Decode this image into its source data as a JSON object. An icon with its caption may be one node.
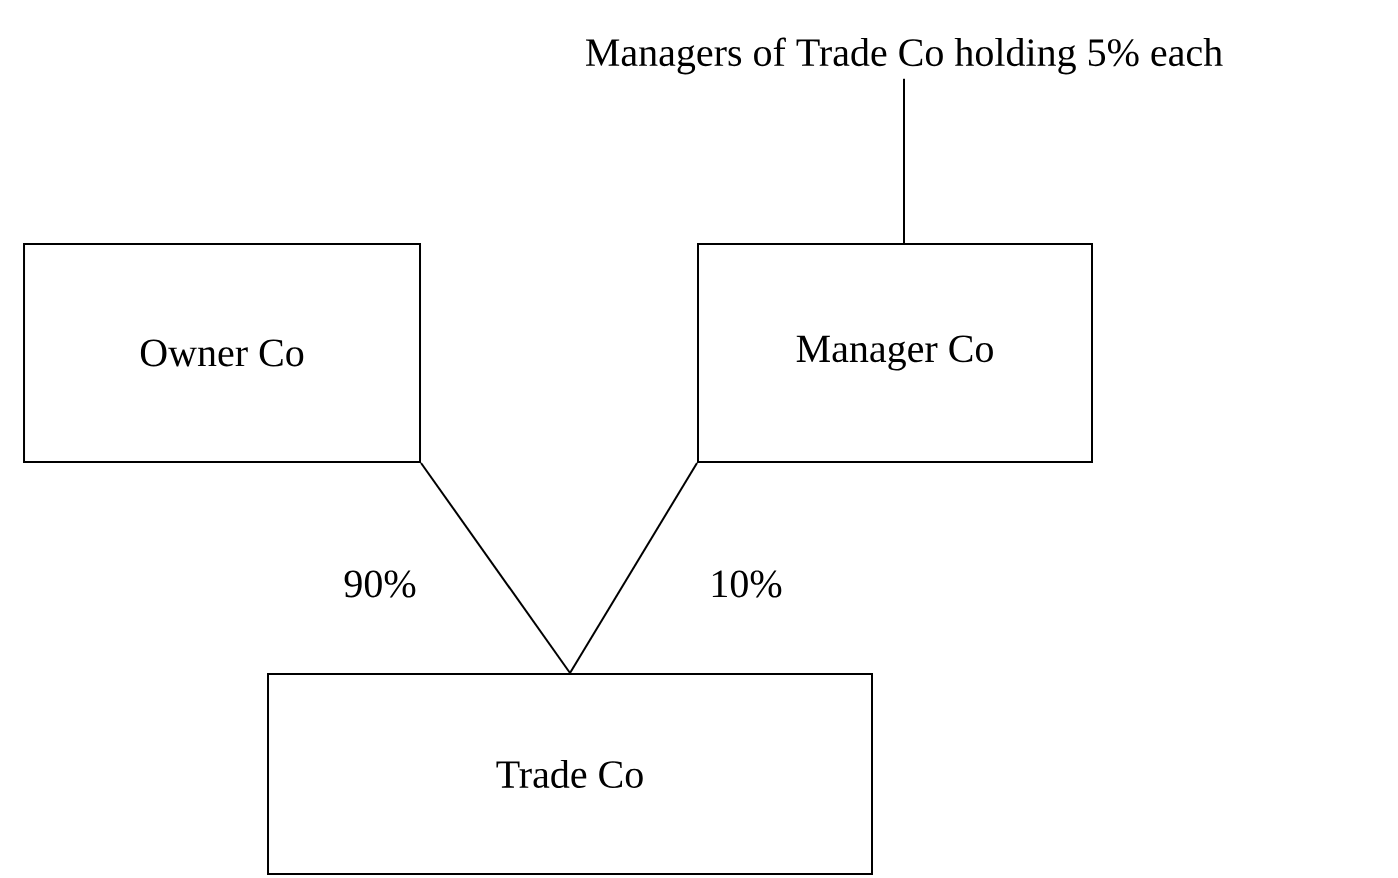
{
  "diagram": {
    "nodes": [
      {
        "text": [
          "Managers of Trade Co holding 5% each"
        ]
      },
      {
        "text": [
          "Owner Co"
        ]
      },
      {
        "text": [
          "Manager Co"
        ]
      },
      {
        "text": [
          "Trade Co"
        ]
      }
    ],
    "edges": [
      {
        "from": 0,
        "to": 2,
        "arrow": "none"
      },
      {
        "from": 1,
        "to": 3,
        "arrow": "none",
        "label": "90%"
      },
      {
        "from": 2,
        "to": 3,
        "arrow": "none",
        "label": "10%"
      }
    ]
  }
}
